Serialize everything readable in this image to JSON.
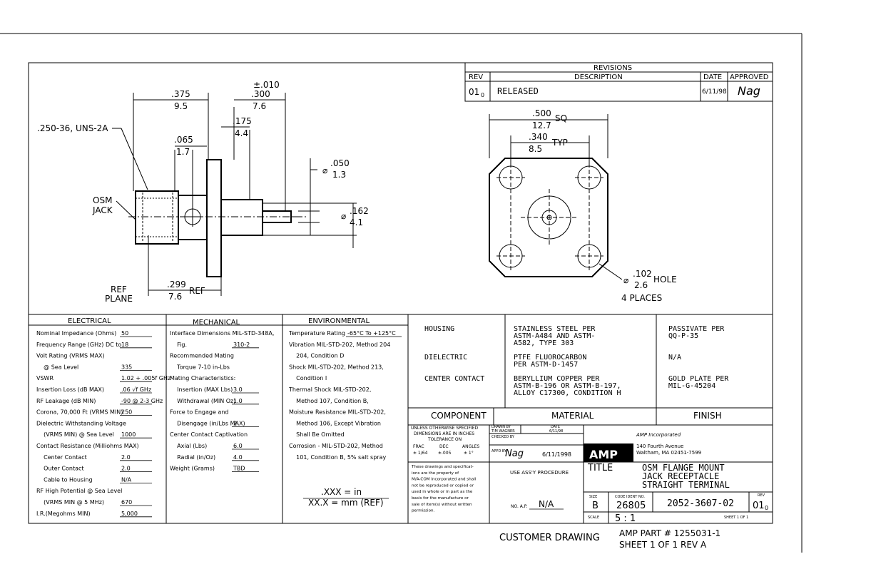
{
  "revisions": {
    "title": "REVISIONS",
    "headers": {
      "rev": "REV",
      "description": "DESCRIPTION",
      "date": "DATE",
      "approved": "APPROVED"
    },
    "row": {
      "rev": "01",
      "rev_sub": "0",
      "description": "RELEASED",
      "date": "6/11/98",
      "approved": "Nag"
    }
  },
  "side_view": {
    "thread": ".250-36, UNS-2A",
    "osm": "OSM",
    "jack": "JACK",
    "ref": "REF",
    "plane": "PLANE",
    "tol": "±.010",
    "dims": [
      {
        "in": ".375",
        "mm": "9.5"
      },
      {
        "in": ".300",
        "mm": "7.6"
      },
      {
        "in": ".175",
        "mm": "4.4"
      },
      {
        "in": ".065",
        "mm": "1.7"
      },
      {
        "in": ".050",
        "mm": "1.3"
      },
      {
        "in": ".162",
        "mm": "4.1"
      },
      {
        "in": ".299",
        "mm": "7.6"
      }
    ],
    "ref_right": "REF",
    "diameter": "⌀"
  },
  "flange_view": {
    "sq_in": ".500",
    "sq_mm": "12.7",
    "sq": "SQ",
    "typ_in": ".340",
    "typ_mm": "8.5",
    "typ": "TYP",
    "hole_in": ".102",
    "hole_mm": "2.6",
    "hole": "HOLE",
    "places": "4 PLACES",
    "diameter": "⌀"
  },
  "specs": {
    "electrical": {
      "title": "ELECTRICAL",
      "rows": [
        {
          "label": "Nominal Impedance (Ohms)",
          "value": "50"
        },
        {
          "label": "Frequency Range (GHz) DC to",
          "value": "18"
        },
        {
          "label": "Volt Rating (VRMS MAX)",
          "value": ""
        },
        {
          "label": "   @ Sea Level",
          "value": "335"
        },
        {
          "label": "VSWR",
          "value": "1.02 + .005f GHz"
        },
        {
          "label": "Insertion Loss (dB MAX)",
          "value": ".06 √f  GHz"
        },
        {
          "label": "RF Leakage (dB MIN)",
          "value": "-90 @ 2-3 GHz"
        },
        {
          "label": "Corona, 70,000 Ft (VRMS MIN)",
          "value": "250"
        },
        {
          "label": "Dielectric Withstanding Voltage",
          "value": ""
        },
        {
          "label": "   (VRMS MIN) @ Sea Level",
          "value": "1000"
        },
        {
          "label": "Contact Resistance (Milliohms MAX)",
          "value": ""
        },
        {
          "label": "   Center Contact",
          "value": "2.0"
        },
        {
          "label": "   Outer Contact",
          "value": "2.0"
        },
        {
          "label": "   Cable to Housing",
          "value": "N/A"
        },
        {
          "label": "RF High Potential @ Sea Level",
          "value": ""
        },
        {
          "label": "   (VRMS MIN @ 5 MHz)",
          "value": "670"
        },
        {
          "label": "I.R.(Megohms MIN)",
          "value": "5,000"
        }
      ]
    },
    "mechanical": {
      "title": "MECHANICAL",
      "rows": [
        {
          "label": "Interface Dimensions MIL-STD-348A,",
          "value": ""
        },
        {
          "label": "   Fig.",
          "value": "310-2"
        },
        {
          "label": "Recommended Mating",
          "value": ""
        },
        {
          "label": "   Torque 7-10 in-Lbs",
          "value": ""
        },
        {
          "label": "Mating Characteristics:",
          "value": ""
        },
        {
          "label": "   Insertion (MAX Lbs)",
          "value": "3.0"
        },
        {
          "label": "   Withdrawal (MIN Oz)",
          "value": "1.0"
        },
        {
          "label": "Force to Engage and",
          "value": ""
        },
        {
          "label": "   Disengage (in/Lbs MAX)",
          "value": "2"
        },
        {
          "label": "Center Contact Captivation",
          "value": ""
        },
        {
          "label": "   Axial (Lbs)",
          "value": "6.0"
        },
        {
          "label": "   Radial (in/Oz)",
          "value": "4.0"
        },
        {
          "label": "Weight (Grams)",
          "value": "TBD"
        }
      ]
    },
    "environmental": {
      "title": "ENVIRONMENTAL",
      "rows": [
        {
          "label": "Temperature Rating",
          "value": "-65°C To +125°C"
        },
        {
          "label": "Vibration MIL-STD-202, Method 204",
          "value": ""
        },
        {
          "label": "   204, Condition D",
          "value": ""
        },
        {
          "label": "Shock MIL-STD-202, Method 213,",
          "value": ""
        },
        {
          "label": "   Condition I",
          "value": ""
        },
        {
          "label": "Thermal Shock MIL-STD-202,",
          "value": ""
        },
        {
          "label": "   Method 107, Condition B,",
          "value": ""
        },
        {
          "label": "Moisture Resistance MIL-STD-202,",
          "value": ""
        },
        {
          "label": "   Method 106, Except Vibration",
          "value": ""
        },
        {
          "label": "   Shall Be Omitted",
          "value": ""
        },
        {
          "label": "Corrosion - MIL-STD-202, Method",
          "value": ""
        },
        {
          "label": "   101, Condition B, 5% salt spray",
          "value": ""
        }
      ],
      "units1": ".XXX  =  in",
      "units2": "XX.X  =  mm  (REF)"
    }
  },
  "materials": {
    "rows": [
      {
        "component": "HOUSING",
        "material": [
          "STAINLESS STEEL PER",
          "ASTM-A484 AND ASTM-",
          "A582, TYPE 303"
        ],
        "finish": [
          "PASSIVATE PER",
          "QQ-P-35"
        ]
      },
      {
        "component": "DIELECTRIC",
        "material": [
          "PTFE FLUOROCARBON",
          "PER ASTM-D-1457"
        ],
        "finish": [
          "N/A"
        ]
      },
      {
        "component": "CENTER CONTACT",
        "material": [
          "BERYLLIUM COPPER PER",
          "ASTM-B-196 OR ASTM-B-197,",
          "ALLOY C17300, CONDITION H"
        ],
        "finish": [
          "GOLD PLATE PER",
          "MIL-G-45204"
        ]
      }
    ],
    "headers": {
      "component": "COMPONENT",
      "material": "MATERIAL",
      "finish": "FINISH"
    }
  },
  "title_block": {
    "tolerance": [
      "UNLESS OTHERWISE SPECIFIED",
      "DIMENSIONS ARE IN INCHES",
      "TOLERANCE ON"
    ],
    "tol_heads": [
      "FRAC",
      "DEC",
      "ANGLES"
    ],
    "tol_vals": [
      "± 1/64",
      "±.005",
      "± 1°"
    ],
    "drawn_by_label": "DRAWN BY",
    "drawn_by": "TIM WAGNER",
    "date_label": "DATE",
    "drawn_date": "6/11/98",
    "checked_label": "CHECKED BY",
    "approved_label": "APPD BY",
    "approved_sig": "Nag",
    "approved_date": "6/11/1998",
    "proprietary": [
      "These drawings and specificat-",
      "ions are the property of",
      "M/A-COM Incorporated and shall",
      "not be reproduced or copied or",
      "used in whole or in part as the",
      "basis for the manufacture or",
      "sale of item(s) without written",
      "permission."
    ],
    "use_assy": "USE ASS'Y PROCEDURE",
    "no_ap_label": "NO. A.P.",
    "no_ap": "N/A",
    "logo": "AMP",
    "company": "AMP Incorporated",
    "address1": "140 Fourth Avenue",
    "address2": "Waltham, MA 02451-7599",
    "title_label": "TITLE",
    "title_lines": [
      "OSM FLANGE MOUNT",
      "JACK RECEPTACLE",
      "STRAIGHT TERMINAL"
    ],
    "size_label": "SIZE",
    "size": "B",
    "code_label": "CODE IDENT NO.",
    "code": "26805",
    "part_no": "2052-3607-02",
    "rev_label": "REV",
    "rev": "01",
    "rev_sub": "0",
    "scale_label": "SCALE",
    "scale": "5 : 1",
    "sheet": "SHEET  1  OF  1"
  },
  "footer": {
    "customer": "CUSTOMER DRAWING",
    "amp_part": "AMP PART # 1255031-1",
    "sheet": "SHEET 1 OF 1  REV A"
  }
}
